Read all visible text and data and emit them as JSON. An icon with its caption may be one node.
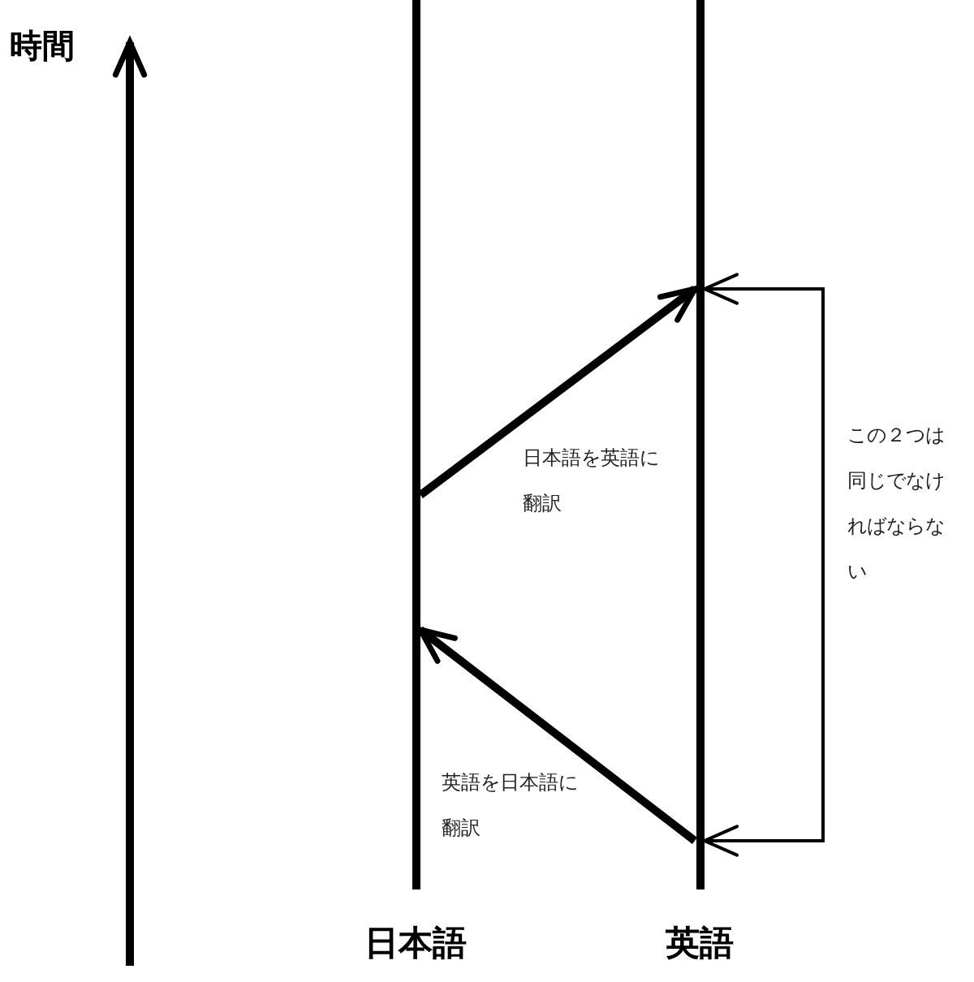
{
  "diagram": {
    "nodes": [
      {
        "text": [
          "日本語"
        ]
      },
      {
        "text": [
          "英語"
        ]
      }
    ],
    "edges": [
      {
        "from": 0,
        "to": 1,
        "arrow": "to",
        "label": "日本語を英語に翻訳"
      },
      {
        "from": 1,
        "to": 0,
        "arrow": "to",
        "label": "英語を日本語に翻訳"
      },
      {
        "from": 1,
        "to": 1,
        "arrow": "both",
        "label": "この２つは同じでなければならない"
      }
    ],
    "labels": [
      "時間"
    ]
  }
}
